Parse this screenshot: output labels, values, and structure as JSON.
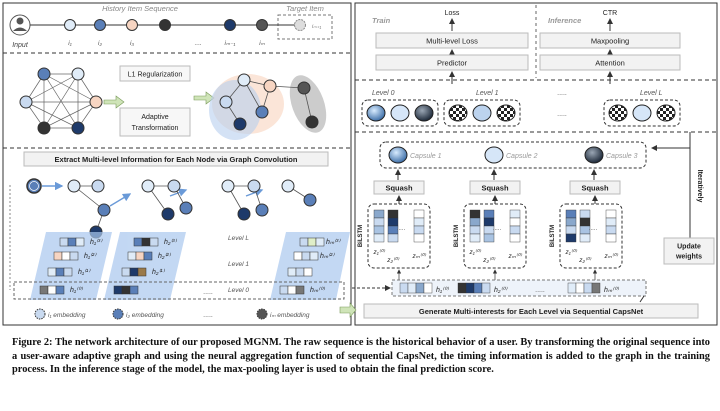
{
  "history_label": "History Item Sequence",
  "target_label": "Target Item",
  "input_label": "Input",
  "seq_labels": [
    "i₁",
    "i₂",
    "i₃",
    "....",
    "iₘ₋₁",
    "iₘ",
    "iₘ₊₁"
  ],
  "train_label": "Train",
  "inference_label": "Inference",
  "loss_label": "Loss",
  "ctr_label": "CTR",
  "multi_level_loss": "Multi-level Loss",
  "predictor": "Predictor",
  "maxpooling": "Maxpooling",
  "attention": "Attention",
  "l1_reg": "L1 Regularization",
  "adaptive_1": "Adaptive",
  "adaptive_2": "Transformation",
  "level0": "Level 0",
  "level1": "Level 1",
  "levelL": "Level L",
  "dots": ".....",
  "extract": "Extract Multi-level Information for Each Node via Graph Convolution",
  "capsules": [
    "Capsule 1",
    "Capsule 2",
    "Capsule 3"
  ],
  "squash": "Squash",
  "iteratively": "Iteratively",
  "update_1": "Update",
  "update_2": "weights",
  "bilstm": "BiLSTM",
  "z_labels": [
    "z₁⁽⁰⁾",
    "z₂⁽⁰⁾",
    "zₘ⁽⁰⁾"
  ],
  "h_labels": [
    "h₁⁽³⁾",
    "h₁⁽²⁾",
    "h₁⁽¹⁾",
    "h₁⁽⁰⁾",
    "h₂⁽³⁾",
    "h₂⁽²⁾",
    "h₂⁽¹⁾",
    "hₘ⁽³⁾",
    "hₘ⁽²⁾",
    "hₘ⁽⁰⁾"
  ],
  "h_bottom": [
    "h₁⁽⁰⁾",
    "h₂⁽⁰⁾",
    "hₘ⁽⁰⁾"
  ],
  "embed_labels": [
    "i₁ embedding",
    "i₂ embedding",
    "iₘ embedding"
  ],
  "generate": "Generate Multi-interests for Each Level via Sequential CapsNet",
  "caption": {
    "label": "Figure 2:",
    "text": "The network architecture of our proposed MGNM. The raw sequence is the historical behavior of a user. By transforming the original sequence into a user-aware adaptive graph and using the neural aggregation function of sequential CapsNet, the timing information is added to the graph in the training process. In the inference stage of the model, the max-pooling layer is used to obtain the final prediction score."
  }
}
